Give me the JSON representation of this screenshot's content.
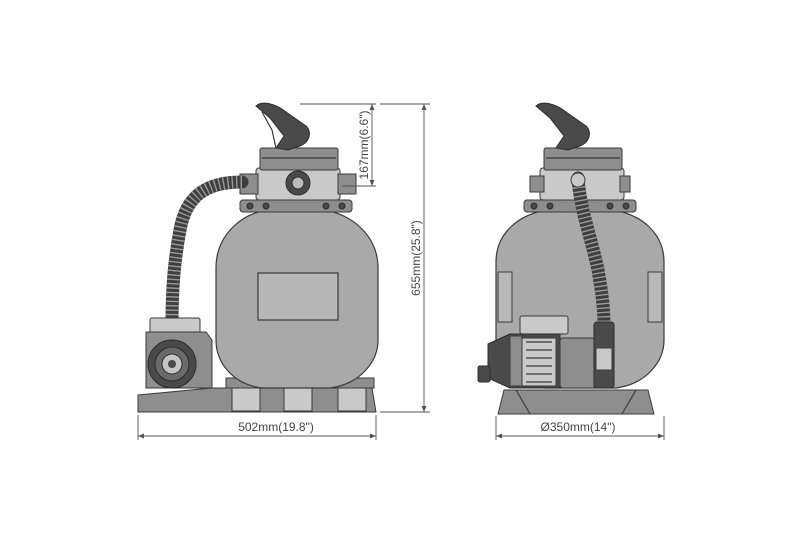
{
  "dimensions": {
    "width_label": "502mm(19.8\")",
    "height_label": "655mm(25.8\")",
    "valve_label": "167mm(6.6\")",
    "diameter_label": "Ø350mm(14\")"
  },
  "colors": {
    "tank": "#a9a9a9",
    "outline": "#3a3a3a",
    "hose": "#3f3f3f"
  }
}
